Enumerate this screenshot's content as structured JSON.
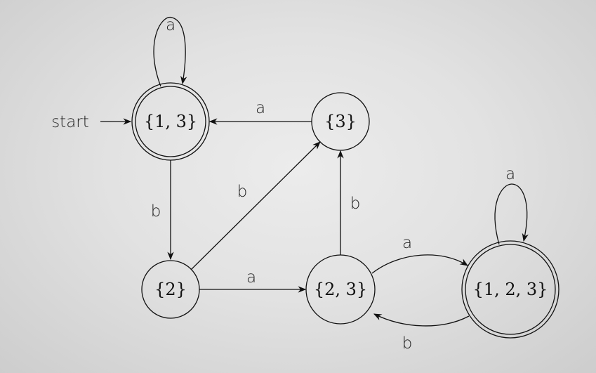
{
  "start_label": "start",
  "states": {
    "s13": "{1, 3}",
    "s3": "{3}",
    "s2": "{2}",
    "s23": "{2, 3}",
    "s123": "{1, 2, 3}"
  },
  "transitions": {
    "s13_self": "a",
    "s3_to_s13": "a",
    "s13_to_s2": "b",
    "s2_to_s3": "b",
    "s2_to_s23": "a",
    "s23_to_s3": "b",
    "s23_to_s123": "a",
    "s123_to_s23": "b",
    "s123_self": "a"
  },
  "accepting_states": [
    "{1, 3}",
    "{1, 2, 3}"
  ]
}
